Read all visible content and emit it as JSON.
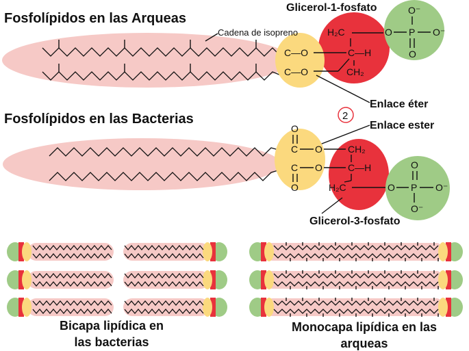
{
  "archaea": {
    "title": "Fosfolípidos en las Arqueas",
    "chain_label": "Cadena de isopreno",
    "glycerol_label": "Glicerol-1-fosfato",
    "bond_label": "Enlace éter"
  },
  "bacteria": {
    "title": "Fosfolípidos en las Bacterias",
    "badge": "2",
    "bond_label": "Enlace ester",
    "glycerol_label": "Glicerol-3-fosfato"
  },
  "membranes": {
    "bacteria_caption_line1": "Bicapa lipídica en",
    "bacteria_caption_line2": "las bacterias",
    "archaea_caption_line1": "Monocapa lipídica en las",
    "archaea_caption_line2": "arqueas"
  },
  "chem": {
    "h2c": "H₂C",
    "ch2": "CH₂",
    "ch": "C—H",
    "c": "C",
    "o": "O",
    "p": "P",
    "h": "H",
    "c_o": "C—O",
    "o_minus": "O⁻"
  },
  "colors": {
    "chain_fill": "#f6c9c6",
    "linkage_fill": "#fbd97e",
    "glycerol_fill": "#e8323c",
    "phosphate_fill": "#9fcb86"
  }
}
